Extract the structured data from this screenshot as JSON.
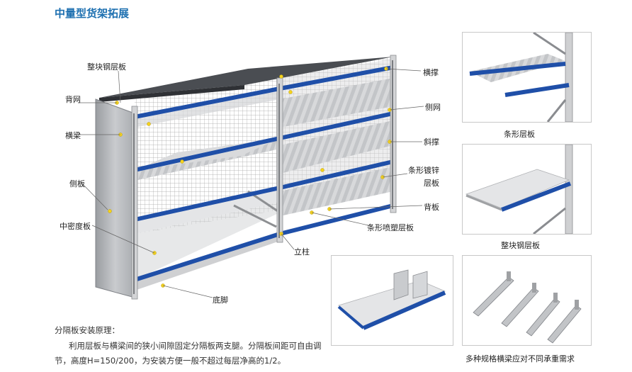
{
  "title": "中量型货架拓展",
  "labels": {
    "steel_panel_top": "整块钢层板",
    "back_mesh": "背网",
    "beam": "横梁",
    "side_panel": "侧板",
    "mdf_panel": "中密度板",
    "cross_brace": "横撑",
    "side_mesh": "侧网",
    "diagonal_brace": "斜撑",
    "galv_strip_1": "条形镀锌",
    "galv_strip_2": "层板",
    "back_panel": "背板",
    "sprayed_strip": "条形喷塑层板",
    "upright": "立柱",
    "foot": "底脚"
  },
  "captions": {
    "strip_shelf": "条形层板",
    "whole_steel": "整块钢层板",
    "beams": "多种规格横梁应对不同承重需求"
  },
  "note": {
    "heading": "分隔板安装原理：",
    "line1": "利用层板与横梁间的狭小间隙固定分隔板两支腿。分隔板间距可自由调",
    "line2": "节，高度H=150/200，为安装方便一般不超过每层净高的1/2。"
  }
}
